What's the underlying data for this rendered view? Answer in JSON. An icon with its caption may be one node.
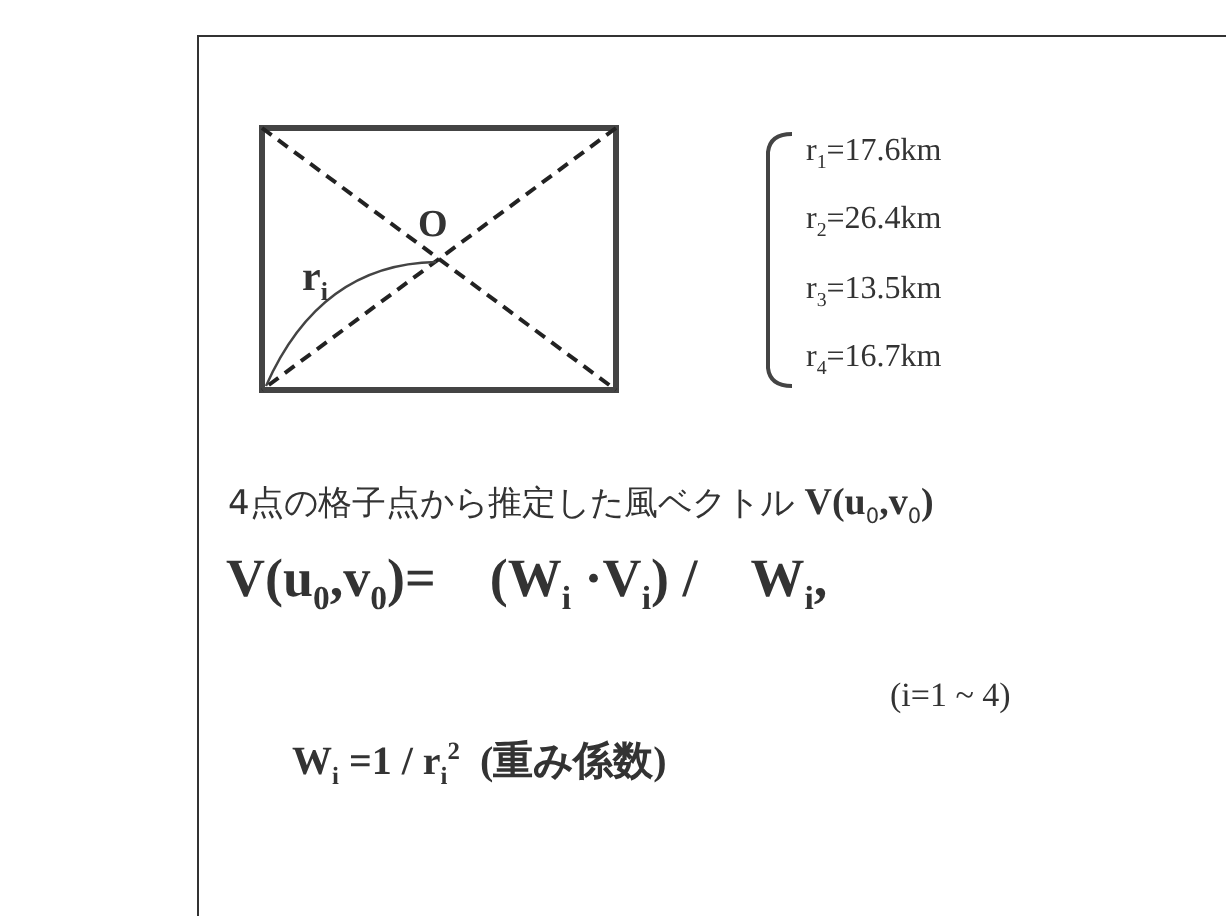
{
  "diagram": {
    "labels": [
      "O",
      "r$_{i}$",
      "r$_{1}$=17.6km",
      "r$_{2}$=26.4km",
      "r$_{3}$=13.5km",
      "r$_{4}$=16.7km",
      "4点の格子点から推定した風ベクトル **V(u**$_{0}$**,v**$_{0}$**)**",
      "V(u$_{0}$,v$_{0}$)=    (W$_{i}$ ·V$_{i}$) /    W$_{i}$,",
      "(i=1 ~ 4)",
      "W$_{i}$ =1 / r$_{i}$$^{2}$  (重み係数)"
    ]
  }
}
